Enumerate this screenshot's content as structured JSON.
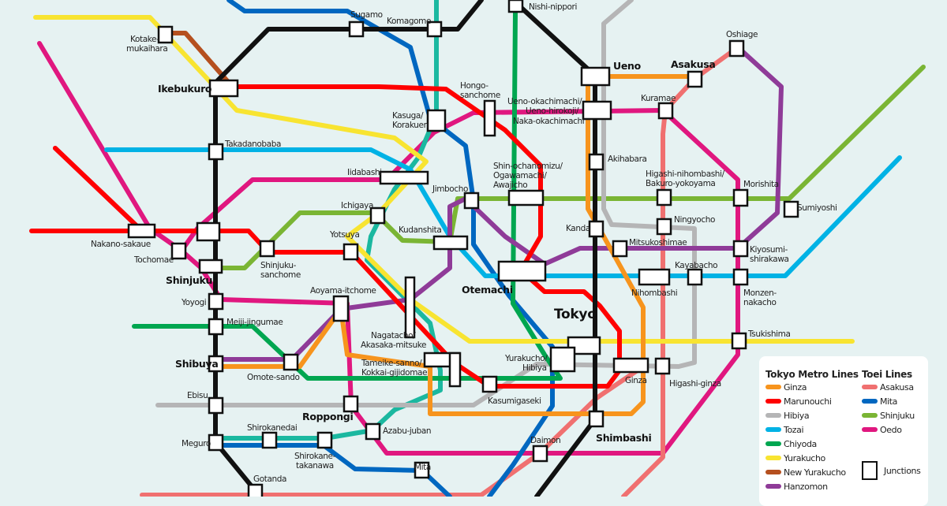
{
  "colors": {
    "ginza": "#f7941d",
    "marunouchi": "#f00",
    "hibiya": "#b5b5b6",
    "tozai": "#00b2e5",
    "chiyoda": "#00a650",
    "yurakucho": "#f8e431",
    "new_yurakucho": "#b5501f",
    "hanzomon": "#8f3b98",
    "asakusa": "#f07070",
    "mita": "#0067c0",
    "shinjuku": "#7ab534",
    "oedo": "#e0177f",
    "namboku": "#1bb8a0",
    "jr": "#111111"
  },
  "stations": {
    "sugamo": "Sugamo",
    "komagome": "Komagome",
    "nishinippori": "Nishi-nippori",
    "kotake1": "Kotake-",
    "kotake2": "mukaihara",
    "ikebukuro": "Ikebukuro",
    "ueno": "Ueno",
    "asakusa": "Asakusa",
    "oshiage": "Oshiage",
    "hongo1": "Hongo-",
    "hongo2": "sanchome",
    "uenoo1": "Ueno-okachimachi/",
    "uenoo2": "Ueno-hirokoji/",
    "uenoo3": "Naka-okachimachi",
    "kuramae": "Kuramae",
    "kasuga1": "Kasuga/",
    "kasuga2": "Korakuen",
    "takadanobaba": "Takadanobaba",
    "akihabara": "Akihabara",
    "shinocha1": "Shin-ochanomizu/",
    "shinocha2": "Ogawamachi/",
    "shinocha3": "Awajicho",
    "iidabashi": "Iidabashi",
    "higashinihon1": "Higashi-nihombashi/",
    "higashinihon2": "Bakuro-yokoyama",
    "morishita": "Morishita",
    "jimbocho": "Jimbocho",
    "ichigaya": "Ichigaya",
    "sumiyoshi": "Sumiyoshi",
    "ningyocho": "Ningyocho",
    "kanda": "Kanda",
    "mitsukoshimae": "Mitsukoshimae",
    "kudanshita": "Kudanshita",
    "nakanosakaue": "Nakano-sakaue",
    "tochomae": "Tochomae",
    "yotsuya": "Yotsuya",
    "kiyosumi1": "Kiyosumi-",
    "kiyosumi2": "shirakawa",
    "kayabacho": "Kayabacho",
    "shinjuku": "Shinjuku",
    "shinjukus1": "Shinjuku-",
    "shinjukus2": "sanchome",
    "otemachi": "Otemachi",
    "nihombashi": "Nihombashi",
    "monzen1": "Monzen-",
    "monzen2": "nakacho",
    "yoyogi": "Yoyogi",
    "aoyama": "Aoyama-itchome",
    "tokyo": "Tokyo",
    "meiji": "Meiji-jingumae",
    "tsukishima": "Tsukishima",
    "nagatacho1": "Nagatacho/",
    "nagatacho2": "Akasaka-mitsuke",
    "yurakucho1": "Yurakucho/",
    "yurakucho2": "Hibiya",
    "tameike1": "Tameike-sanno/",
    "tameike2": "Kokkai-gijidomae",
    "shibuya": "Shibuya",
    "omotesando": "Omote-sando",
    "ginza": "Ginza",
    "higashiginza": "Higashi-ginza",
    "kasumigaseki": "Kasumigaseki",
    "ebisu": "Ebisu",
    "roppongi": "Roppongi",
    "shirokanedai": "Shirokanedai",
    "azabujuban": "Azabu-juban",
    "shimbashi": "Shimbashi",
    "meguro": "Meguro",
    "shirokanet1": "Shirokane-",
    "shirokanet2": "takanawa",
    "daimon": "Daimon",
    "gotanda": "Gotanda",
    "mita": "Mita"
  },
  "legend": {
    "metro_title": "Tokyo Metro Lines",
    "metro": [
      "Ginza",
      "Marunouchi",
      "Hibiya",
      "Tozai",
      "Chiyoda",
      "Yurakucho",
      "New Yurakucho",
      "Hanzomon"
    ],
    "toei_title": "Toei Lines",
    "toei": [
      "Asakusa",
      "Mita",
      "Shinjuku",
      "Oedo"
    ],
    "junctions": "Junctions"
  }
}
